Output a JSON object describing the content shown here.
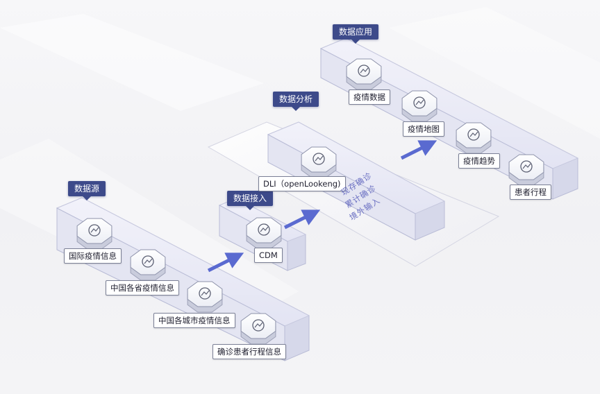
{
  "layers": {
    "source": {
      "tag": "数据源",
      "items": [
        "国际疫情信息",
        "中国各省疫情信息",
        "中国各城市疫情信息",
        "确诊患者行程信息"
      ]
    },
    "ingest": {
      "tag": "数据接入",
      "node": "CDM"
    },
    "analysis": {
      "tag": "数据分析",
      "node": "DLI（openLookeng)",
      "metrics": [
        "现存确诊",
        "累计确诊",
        "境外输入"
      ]
    },
    "application": {
      "tag": "数据应用",
      "items": [
        "疫情数据",
        "疫情地图",
        "疫情趋势",
        "患者行程"
      ]
    }
  },
  "icons": {
    "source": [
      "globe-icon",
      "china-map-icon",
      "city-building-icon",
      "patient-location-icon"
    ],
    "ingest": "transfer-arrows-icon",
    "analysis": "cloud-lock-icon",
    "application": [
      "stats-globe-icon",
      "map-pin-icon",
      "trend-chart-icon",
      "patient-route-icon"
    ]
  },
  "colors": {
    "tag_bg": "#3d4a8a",
    "arrow": "#5a6ad0",
    "platform_fill": "#e9eaf6",
    "platform_stroke": "#b9bcd6",
    "metric_text": "#6a6fc2"
  }
}
